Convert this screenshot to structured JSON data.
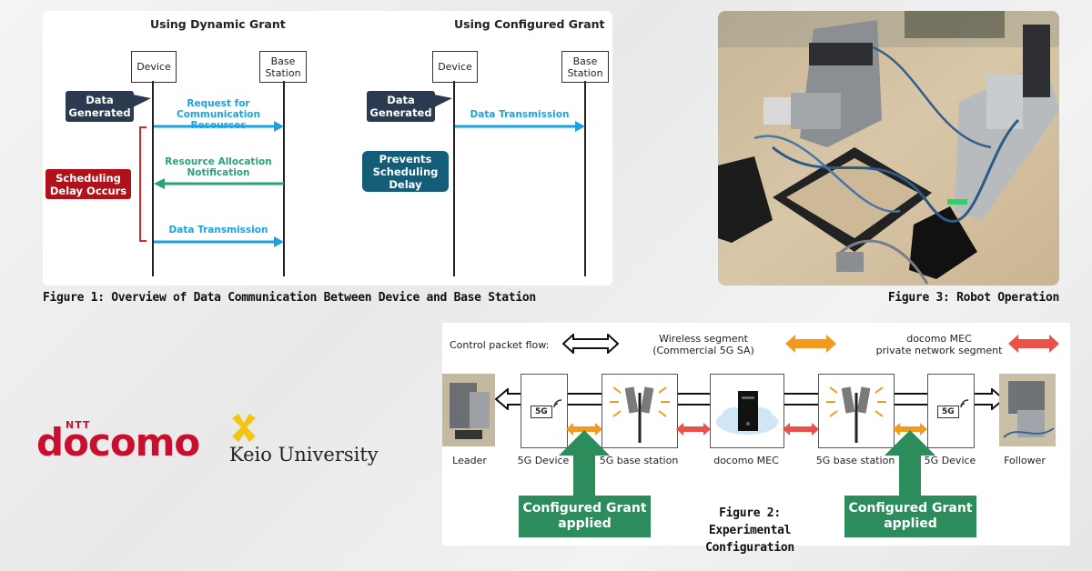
{
  "figure1": {
    "left_title": "Using Dynamic Grant",
    "right_title": "Using Configured Grant",
    "device": "Device",
    "base_station": "Base\nStation",
    "data_generated": "Data\nGenerated",
    "request": "Request for\nCommunication Resources",
    "resource_alloc": "Resource Allocation\nNotification",
    "data_transmission": "Data Transmission",
    "scheduling_delay": "Scheduling\nDelay Occurs",
    "prevents": "Prevents\nScheduling\nDelay",
    "caption": "Figure 1: Overview of Data Communication Between Device and Base Station"
  },
  "figure3": {
    "caption": "Figure 3: Robot Operation"
  },
  "figure2": {
    "control_flow": "Control packet flow:",
    "wireless": "Wireless segment\n(Commercial 5G SA)",
    "mec_segment": "docomo MEC\nprivate network segment",
    "leader": "Leader",
    "device5g": "5G Device",
    "base5g": "5G base station",
    "mec": "docomo MEC",
    "follower": "Follower",
    "tag5g": "5G",
    "configured_grant": "Configured Grant\napplied",
    "caption": "Figure 2:\nExperimental Configuration"
  },
  "logos": {
    "ntt": "NTT",
    "docomo": "docomo",
    "keio": "Keio University"
  },
  "colors": {
    "blue_arrow": "#1aa3e0",
    "green_arrow": "#2aa37a",
    "navy_callout": "#2b3a4e",
    "red_callout": "#b0121b",
    "teal_callout": "#135d78",
    "orange": "#f39a1e",
    "red_arrow": "#e8524a",
    "green_box": "#2d8c5c",
    "docomo_red": "#c8102e"
  }
}
